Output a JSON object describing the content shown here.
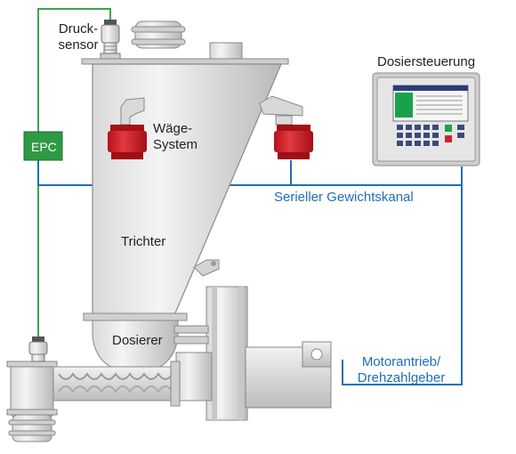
{
  "labels": {
    "pressure_sensor_line1": "Druck-",
    "pressure_sensor_line2": "sensor",
    "weighing_line1": "Wäge-",
    "weighing_line2": "System",
    "hopper": "Trichter",
    "feeder": "Dosierer",
    "epc": "EPC",
    "controller": "Dosiersteuerung",
    "serial_channel": "Serieller Gewichtskanal",
    "motor_line1": "Motorantrieb/",
    "motor_line2": "Drehzahlgeber"
  },
  "colors": {
    "green_line": "#3aa84a",
    "blue_line": "#1e6fb8",
    "red_loadcell": "#d4202a",
    "metal_light": "#e6e6e6",
    "metal_mid": "#bdbdbd",
    "metal_dark": "#8a8a8a",
    "epc_fill": "#2e9a45",
    "screen_green": "#1aa24a"
  }
}
